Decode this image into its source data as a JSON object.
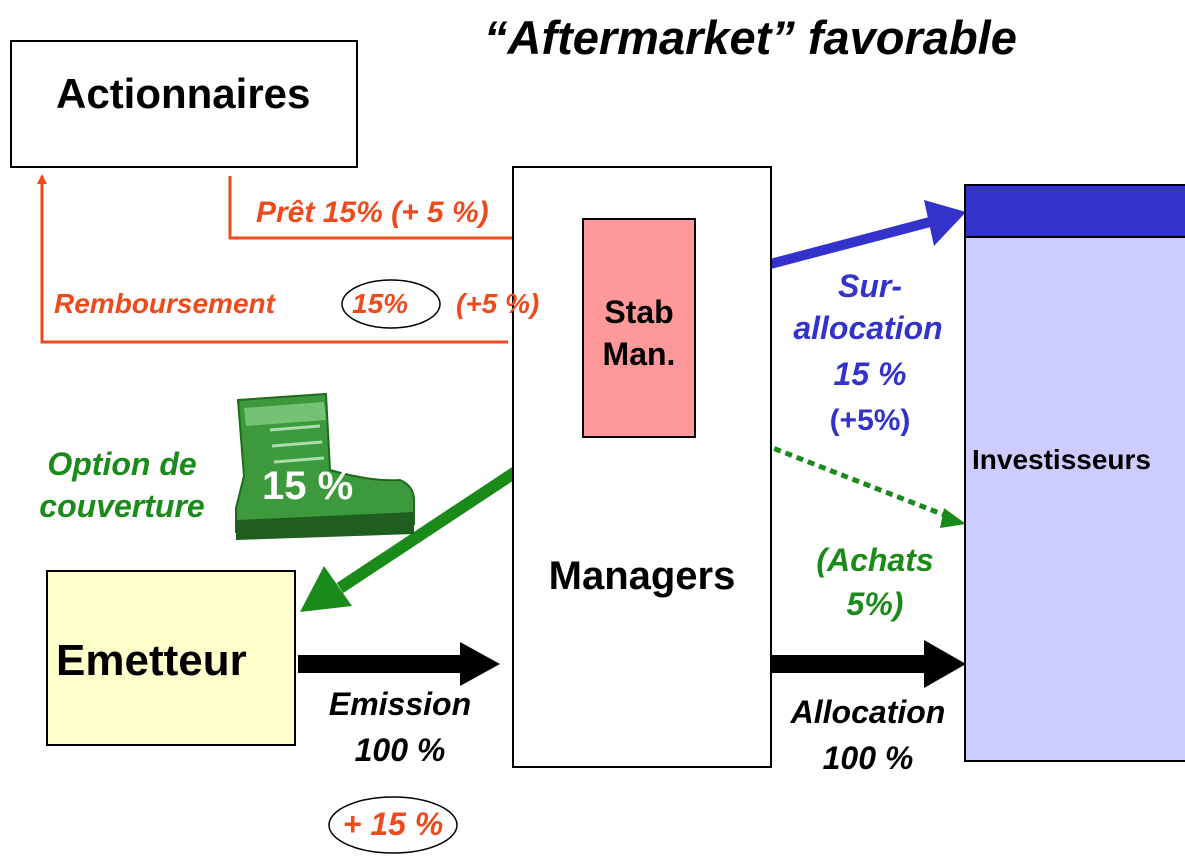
{
  "title": "“Aftermarket” favorable",
  "boxes": {
    "actionnaires": "Actionnaires",
    "stab_man": {
      "line1": "Stab",
      "line2": "Man."
    },
    "managers": "Managers",
    "emetteur": "Emetteur",
    "investisseurs": "Investisseurs"
  },
  "labels": {
    "pret": "Prêt 15% (+ 5 %)",
    "remboursement": "Remboursement",
    "remboursement_pct": "15%",
    "remboursement_extra": "(+5 %)",
    "surallocation": {
      "line1": "Sur-",
      "line2": "allocation",
      "line3": "15 %",
      "line4": "(+5%)"
    },
    "option": {
      "line1": "Option de",
      "line2": "couverture"
    },
    "boot_pct": "15 %",
    "achats": {
      "line1": "(Achats",
      "line2": "5%)"
    },
    "emission": {
      "line1": "Emission",
      "line2": "100 %"
    },
    "emission_extra": "+ 15 %",
    "allocation": {
      "line1": "Allocation",
      "line2": "100 %"
    }
  },
  "colors": {
    "orange": "#ee4a1c",
    "blue": "#3333cc",
    "green": "#1a8a1a",
    "stab_fill": "#ff9999",
    "emetteur_fill": "#ffffcc",
    "invest_fill": "#ccccff",
    "invest_header": "#3333cc"
  }
}
